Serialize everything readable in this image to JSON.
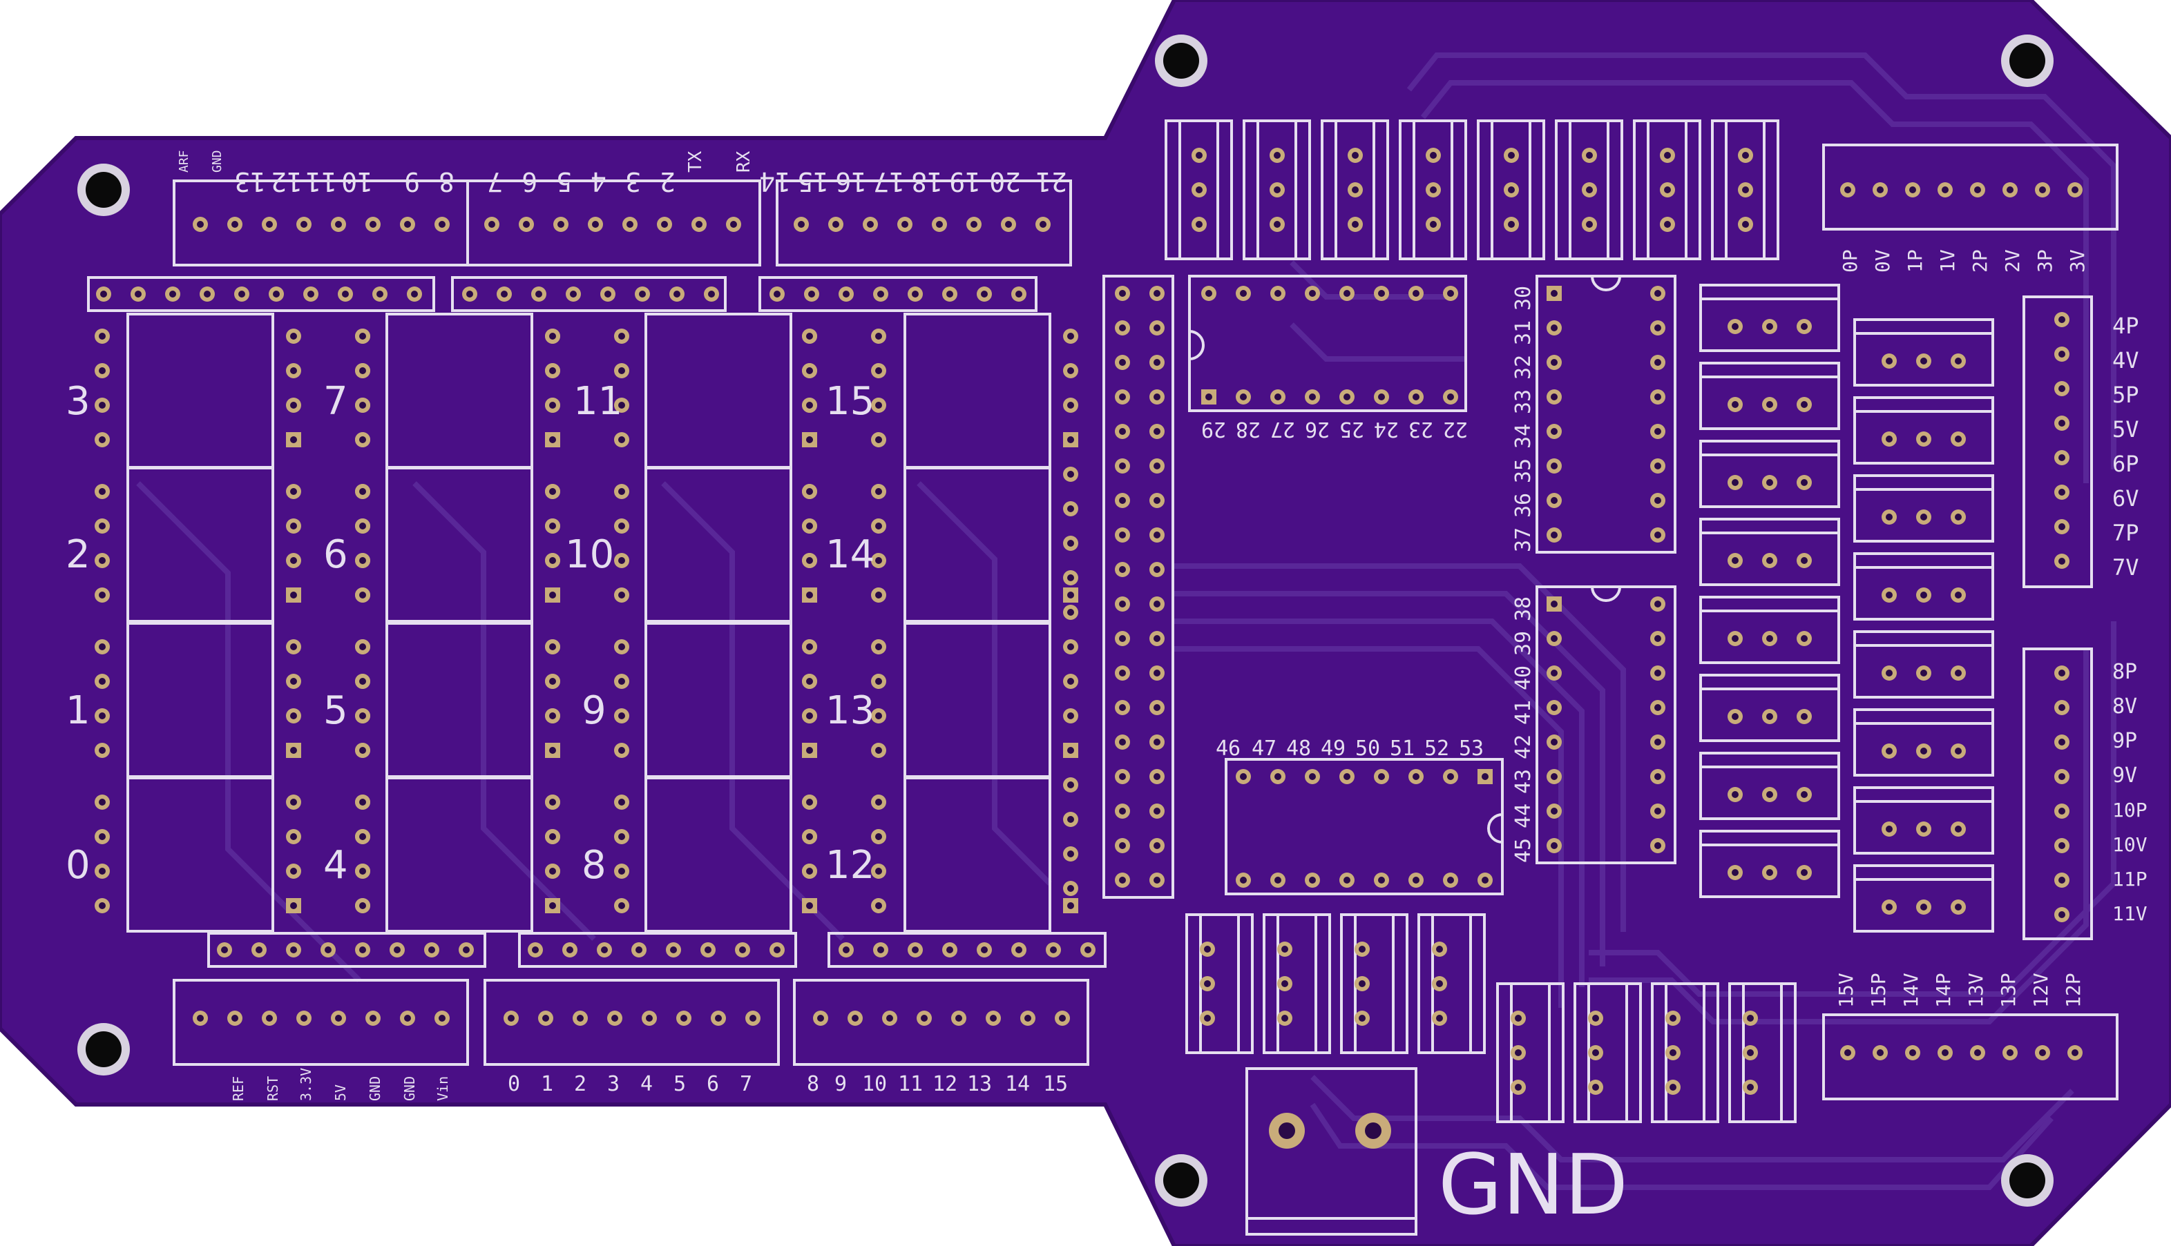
{
  "board": {
    "colors": {
      "board": "#4a0f86",
      "edge": "#3a0a6c",
      "trace": "#5b2a9a",
      "silk": "#e6dff0",
      "pad": "#c9ac7a",
      "hole": "#2a0a48"
    }
  },
  "top_headers": {
    "analog_labels": [
      "ARF",
      "GND",
      "13",
      "12",
      "11",
      "10",
      "9",
      "8"
    ],
    "digital_labels": [
      "7",
      "6",
      "5",
      "4",
      "3",
      "2",
      "TX",
      "RX"
    ],
    "comm_labels": [
      "14",
      "15",
      "16",
      "17",
      "18",
      "19",
      "20",
      "21"
    ]
  },
  "bottom_headers": {
    "power_labels": [
      "REF",
      "RST",
      "3.3V",
      "5V",
      "GND",
      "GND",
      "Vin"
    ],
    "analog_low_labels": [
      "0",
      "1",
      "2",
      "3",
      "4",
      "5",
      "6",
      "7"
    ],
    "analog_high_labels": [
      "8",
      "9",
      "10",
      "11",
      "12",
      "13",
      "14",
      "15"
    ]
  },
  "relay_numbers": [
    "3",
    "2",
    "1",
    "0",
    "7",
    "6",
    "5",
    "4",
    "11",
    "10",
    "9",
    "8",
    "15",
    "14",
    "13",
    "12"
  ],
  "chip_top_row_labels": [
    "29",
    "28",
    "27",
    "26",
    "25",
    "24",
    "23",
    "22"
  ],
  "chip_bottom_row_labels": [
    "46",
    "47",
    "48",
    "49",
    "50",
    "51",
    "52",
    "53"
  ],
  "dip_upper_labels": [
    "30",
    "31",
    "32",
    "33",
    "34",
    "35",
    "36",
    "37"
  ],
  "dip_lower_labels": [
    "38",
    "39",
    "40",
    "41",
    "42",
    "43",
    "44",
    "45"
  ],
  "right_top_header_labels": [
    "0P",
    "0V",
    "1P",
    "1V",
    "2P",
    "2V",
    "3P",
    "3V"
  ],
  "right_side_upper_labels": [
    "4P",
    "4V",
    "5P",
    "5V",
    "6P",
    "6V",
    "7P",
    "7V"
  ],
  "right_side_lower_labels": [
    "8P",
    "8V",
    "9P",
    "9V",
    "10P",
    "10V",
    "11P",
    "11V"
  ],
  "right_bottom_header_labels": [
    "15V",
    "15P",
    "14V",
    "14P",
    "13V",
    "13P",
    "12V",
    "12P"
  ],
  "gnd_label": "GND"
}
